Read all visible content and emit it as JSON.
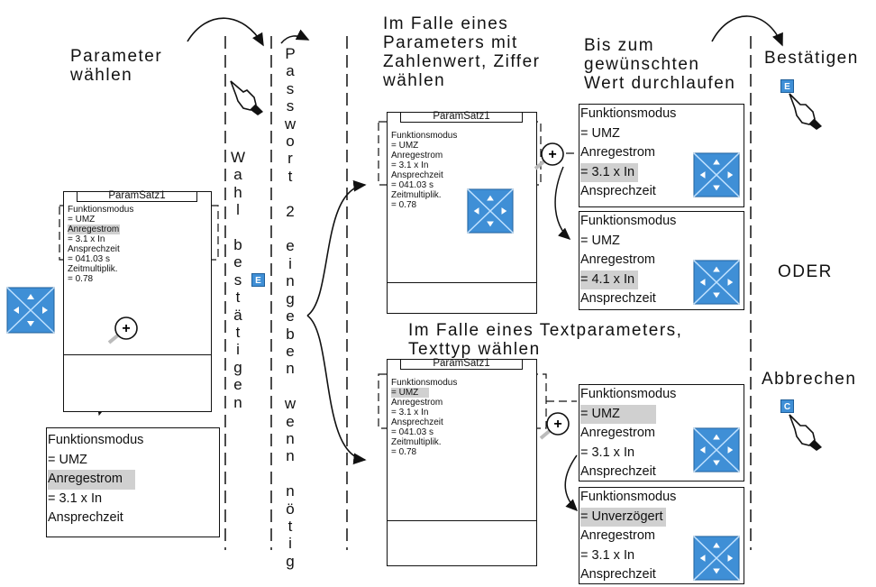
{
  "step1": {
    "heading_line1": "Parameter",
    "heading_line2": "wählen"
  },
  "step2": {
    "vertical_letters": [
      "W",
      "a",
      "h",
      "l",
      "",
      "b",
      "e",
      "s",
      "t",
      "ä",
      "t",
      "i",
      "g",
      "e",
      "n"
    ]
  },
  "step3": {
    "vertical_letters": [
      "P",
      "a",
      "s",
      "s",
      "w",
      "o",
      "r",
      "t",
      "",
      "2",
      "",
      "e",
      "i",
      "n",
      "g",
      "e",
      "b",
      "e",
      "n",
      "",
      "w",
      "e",
      "n",
      "n",
      "",
      "n",
      "ö",
      "t",
      "i",
      "g"
    ]
  },
  "numeric": {
    "heading_line1": "Im Falle eines",
    "heading_line2": "Parameters mit",
    "heading_line3": "Zahlenwert, Ziffer",
    "heading_line4": "wählen"
  },
  "scroll": {
    "heading_line1": "Bis zum",
    "heading_line2": "gewünschten",
    "heading_line3": "Wert durchlaufen"
  },
  "text_param": {
    "heading_line1": "Im Falle eines Textparameters,",
    "heading_line2": "Texttyp wählen"
  },
  "confirm_label": "Bestätigen",
  "or_label": "ODER",
  "cancel_label": "Abbrechen",
  "keys": {
    "enter": "E",
    "clear": "C"
  },
  "screen": {
    "title": "ParamSatz1",
    "lines": [
      "Funktionsmodus",
      "= UMZ",
      "Anregestrom",
      "= 3.1 x In",
      "Ansprechzeit",
      "= 041.03 s",
      "Zeitmultiplik.",
      "= 0.78"
    ],
    "numeric_digit_line": "= 3.1 x In"
  },
  "zoom": {
    "bottom_left": [
      "Funktionsmodus",
      "= UMZ",
      "Anregestrom",
      "= 3.1 x In",
      "Ansprechzeit"
    ],
    "num_a": [
      "Funktionsmodus",
      "= UMZ",
      "Anregestrom",
      "= 3.1 x In",
      "Ansprechzeit"
    ],
    "num_b": [
      "Funktionsmodus",
      "= UMZ",
      "Anregestrom",
      "= 4.1 x In",
      "Ansprechzeit"
    ],
    "txt_a": [
      "Funktionsmodus",
      "= UMZ",
      "Anregestrom",
      "= 3.1 x In",
      "Ansprechzeit"
    ],
    "txt_b": [
      "Funktionsmodus",
      "= Unverzögert",
      "Anregestrom",
      "= 3.1 x In",
      "Ansprechzeit"
    ]
  },
  "colors": {
    "key_blue": "#3f8fd6",
    "highlight": "#d0d0d0",
    "ink": "#111111"
  },
  "icons": [
    "pointing-hand-icon",
    "arrow-keypad-icon",
    "magnifier-icon",
    "enter-key-icon",
    "clear-key-icon"
  ]
}
